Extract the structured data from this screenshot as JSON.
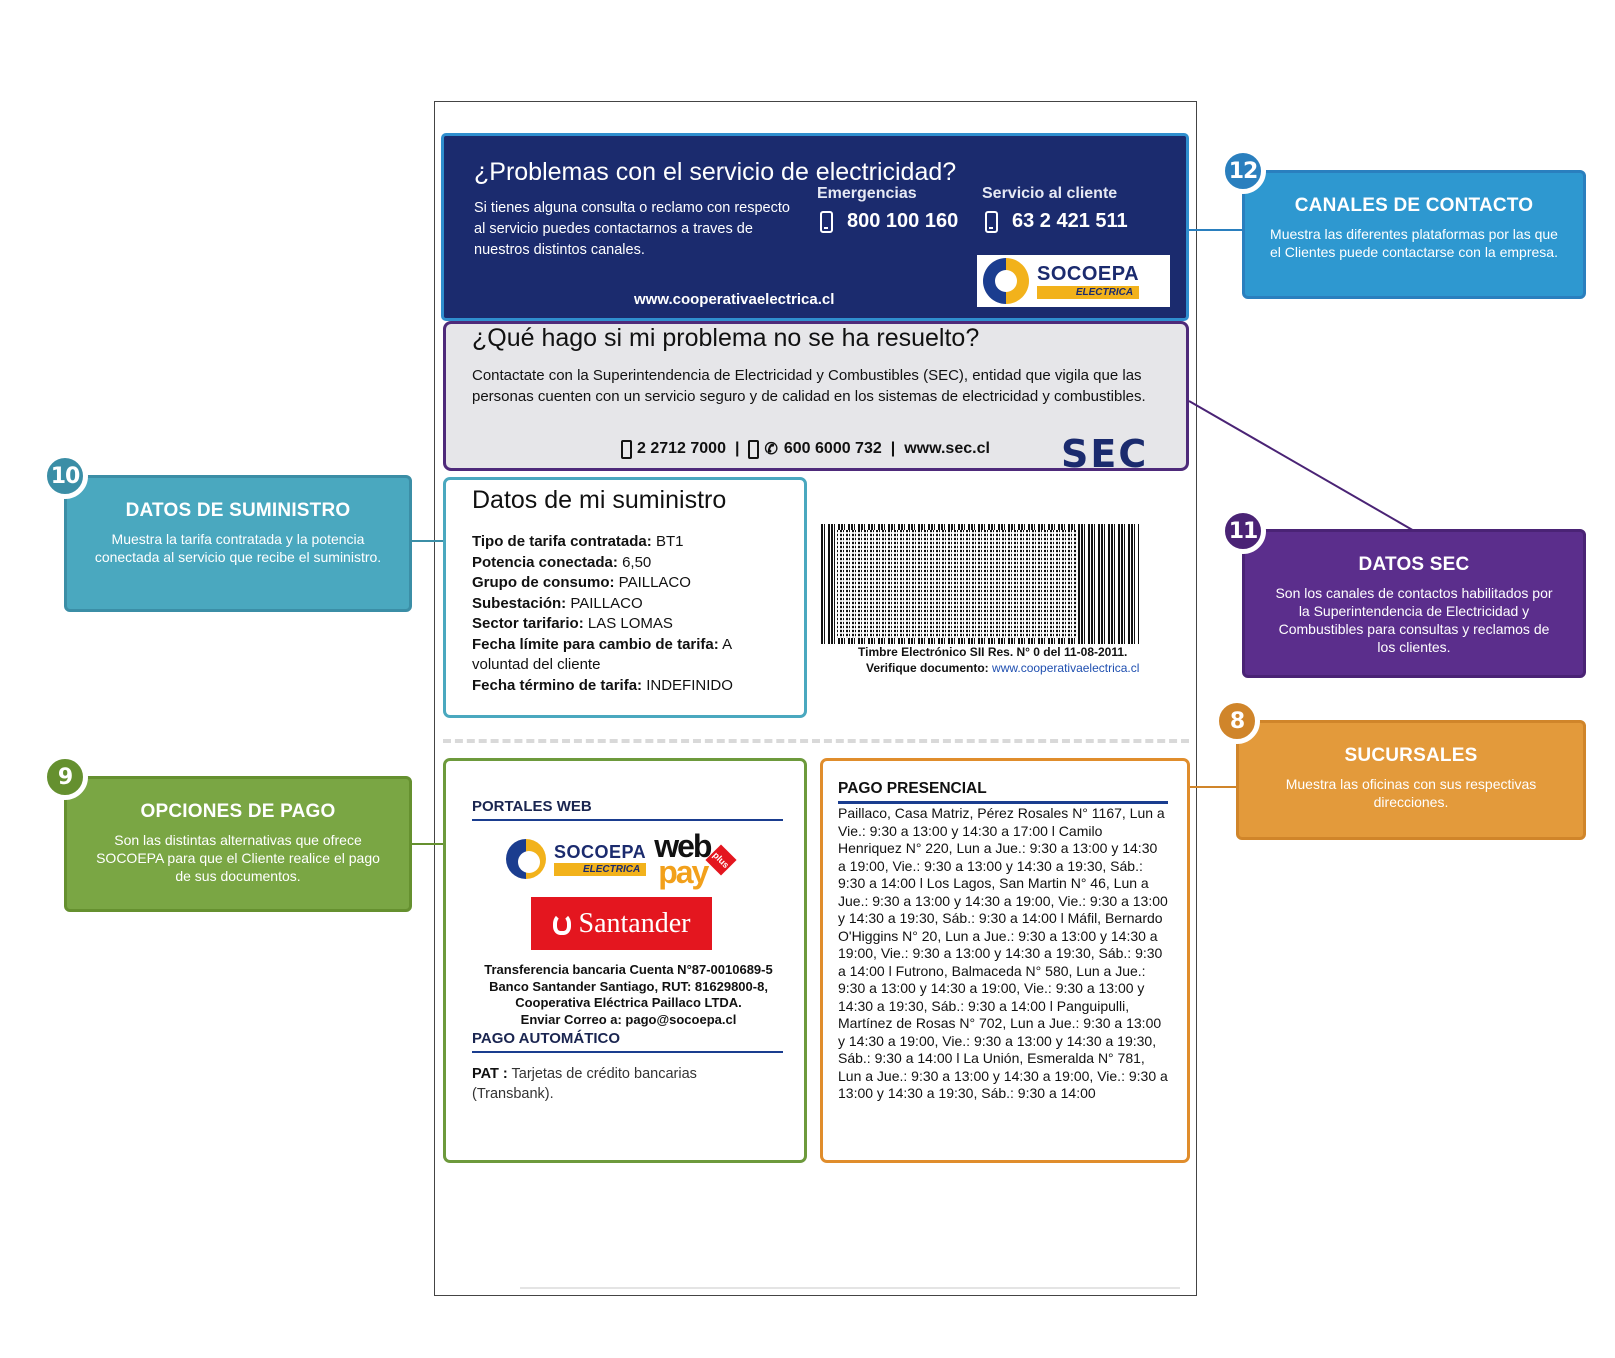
{
  "contact": {
    "title": "¿Problemas con el servicio de electricidad?",
    "description": "Si tienes alguna consulta o reclamo con respecto al servicio puedes contactarnos a traves de nuestros distintos canales.",
    "emergencias_label": "Emergencias",
    "emergencias_phone": "800 100 160",
    "servicio_label": "Servicio al cliente",
    "servicio_phone": "63 2 421 511",
    "url": "www.cooperativaelectrica.cl"
  },
  "brand": {
    "name": "SOCOEPA",
    "sub": "ELECTRICA",
    "colors": {
      "navy": "#1b2b6e",
      "gold": "#f2b21b"
    }
  },
  "sec": {
    "title": "¿Qué hago si mi problema no se ha resuelto?",
    "description": "Contactate con la Superintendencia de Electricidad y Combustibles (SEC), entidad que vigila que las personas cuenten con un servicio seguro y de calidad en los sistemas de electricidad y combustibles.",
    "phone1": "2 2712 7000",
    "phone2": "600 6000 732",
    "url": "www.sec.cl",
    "logo": "SEC"
  },
  "suministro": {
    "title": "Datos de mi suministro",
    "fields": [
      {
        "label": "Tipo de tarifa contratada:",
        "value": "BT1"
      },
      {
        "label": "Potencia conectada:",
        "value": "6,50"
      },
      {
        "label": "Grupo de consumo:",
        "value": "PAILLACO"
      },
      {
        "label": "Subestación:",
        "value": "PAILLACO"
      },
      {
        "label": "Sector tarifario:",
        "value": "LAS LOMAS"
      },
      {
        "label": "Fecha límite para cambio de tarifa:",
        "value": "A voluntad del cliente"
      },
      {
        "label": "Fecha término de tarifa:",
        "value": "INDEFINIDO"
      }
    ]
  },
  "timbre": {
    "line1": "Timbre Electrónico SII Res. N° 0 del 11-08-2011.",
    "verify_label": "Verifique documento:",
    "verify_url": "www.cooperativaelectrica.cl"
  },
  "pago_web": {
    "portales_heading": "PORTALES WEB",
    "webpay_web": "web",
    "webpay_pay": "pay",
    "webpay_plus": "plus",
    "santander": "Santander",
    "transfer_lines": [
      "Transferencia bancaria Cuenta N°87-0010689-5",
      "Banco Santander Santiago, RUT: 81629800-8,",
      "Cooperativa Eléctrica Paillaco LTDA.",
      "Enviar Correo a: pago@socoepa.cl"
    ],
    "automatico_heading": "PAGO AUTOMÁTICO",
    "pat_label": "PAT :",
    "pat_text": "Tarjetas de crédito bancarias (Transbank)."
  },
  "pago_presencial": {
    "heading": "PAGO PRESENCIAL",
    "text": "Paillaco, Casa Matriz, Pérez Rosales N° 1167, Lun a Vie.: 9:30 a 13:00 y 14:30 a 17:00 l Camilo Henriquez N° 220, Lun a Jue.: 9:30 a 13:00 y 14:30 a 19:00, Vie.: 9:30 a 13:00 y 14:30 a 19:30, Sáb.: 9:30 a 14:00 l Los Lagos, San Martin N° 46, Lun a Jue.: 9:30 a 13:00 y 14:30 a 19:00, Vie.: 9:30 a 13:00 y 14:30 a 19:30, Sáb.: 9:30 a 14:00 l Máfil, Bernardo O'Higgins N° 20, Lun a Jue.: 9:30 a 13:00 y 14:30 a 19:00, Vie.: 9:30 a 13:00 y 14:30 a 19:30, Sáb.: 9:30 a 14:00 l Futrono, Balmaceda N° 580, Lun a Jue.: 9:30 a 13:00 y 14:30 a 19:00, Vie.: 9:30 a 13:00 y 14:30 a 19:30, Sáb.: 9:30 a 14:00 l Panguipulli, Martínez de Rosas N° 702, Lun a Jue.: 9:30 a 13:00 y 14:30 a 19:00, Vie.: 9:30 a 13:00 y 14:30 a 19:30, Sáb.: 9:30 a 14:00 l La Unión, Esmeralda N° 781, Lun a Jue.: 9:30 a 13:00 y 14:30 a 19:00, Vie.: 9:30 a 13:00 y 14:30 a 19:30, Sáb.: 9:30 a 14:00"
  },
  "callouts": {
    "c12": {
      "number": "12",
      "title": "CANALES DE CONTACTO",
      "desc": "Muestra las diferentes plataformas por las que el Clientes puede contactarse con la empresa.",
      "color": "#2e98d0"
    },
    "c10": {
      "number": "10",
      "title": "DATOS DE SUMINISTRO",
      "desc": "Muestra la tarifa contratada y la potencia conectada al servicio que recibe el suministro.",
      "color": "#4aa8bf"
    },
    "c11": {
      "number": "11",
      "title": "DATOS SEC",
      "desc": "Son los canales de contactos habilitados por la Superintendencia de Electricidad y Combustibles para consultas y reclamos de los clientes.",
      "color": "#5b2e8c"
    },
    "c9": {
      "number": "9",
      "title": "OPCIONES DE PAGO",
      "desc": "Son las distintas alternativas que ofrece SOCOEPA para que el Cliente realice el pago de sus documentos.",
      "color": "#7aa644"
    },
    "c8": {
      "number": "8",
      "title": "SUCURSALES",
      "desc": "Muestra las oficinas con sus respectivas direcciones.",
      "color": "#e39a3b"
    }
  }
}
